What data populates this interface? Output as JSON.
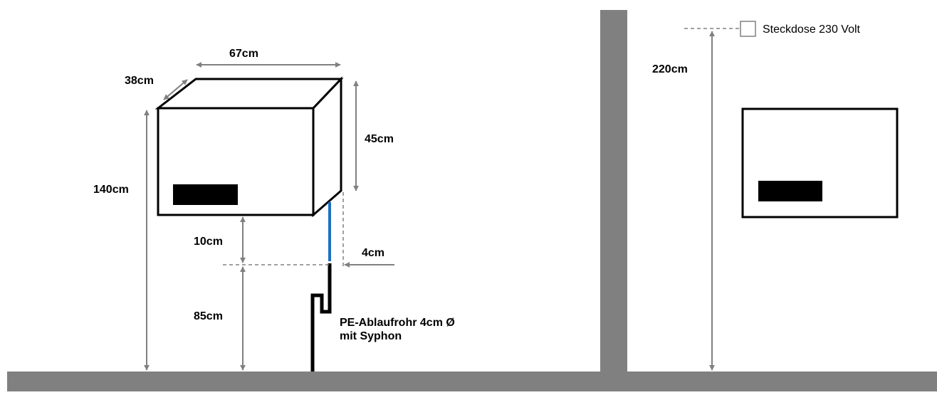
{
  "colors": {
    "wall": "#808080",
    "dimension_arrow": "#808080",
    "outline": "#000000",
    "water_pipe": "#1f6fc0",
    "display": "#000000"
  },
  "dimensions": {
    "width": "67cm",
    "depth": "38cm",
    "height": "45cm",
    "mount_height": "140cm",
    "gap_below": "10cm",
    "pipe_height": "85cm",
    "pipe_offset": "4cm",
    "socket_height": "220cm"
  },
  "pipe": {
    "label_line1": "PE-Ablaufrohr 4cm Ø",
    "label_line2": "mit Syphon"
  },
  "socket": {
    "label": "Steckdose 230 Volt",
    "icon": "socket-icon"
  }
}
